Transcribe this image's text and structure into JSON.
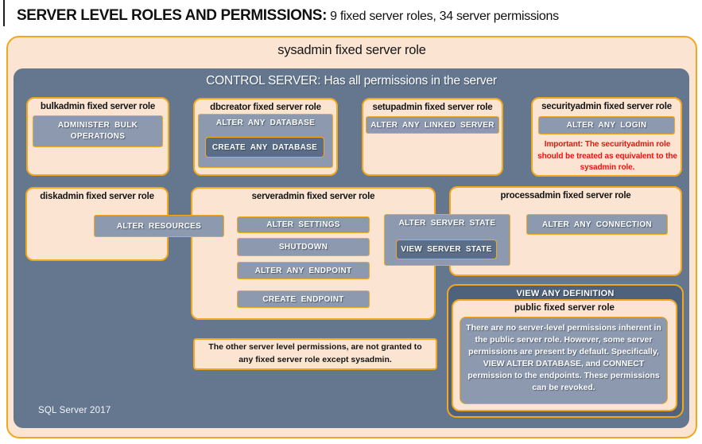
{
  "header": {
    "title_bold": "SERVER LEVEL ROLES AND PERMISSIONS:",
    "title_rest": " 9 fixed server roles, 34 server permissions"
  },
  "sysadmin": {
    "title": "sysadmin fixed server role"
  },
  "control_server": {
    "title": "CONTROL SERVER: Has all permissions in the server",
    "footer": "SQL Server 2017"
  },
  "roles": {
    "bulkadmin": {
      "title": "bulkadmin fixed server role",
      "perm": "ADMINISTER BULK OPERATIONS"
    },
    "dbcreator": {
      "title": "dbcreator fixed server role",
      "perm_outer": "ALTER ANY DATABASE",
      "perm_inner": "CREATE ANY DATABASE"
    },
    "setupadmin": {
      "title": "setupadmin fixed server role",
      "perm": "ALTER ANY LINKED SERVER"
    },
    "securityadmin": {
      "title": "securityadmin fixed server role",
      "perm": "ALTER ANY LOGIN",
      "warning": "Important: The securityadmin role should be treated as equivalent to the sysadmin role."
    },
    "diskadmin": {
      "title": "diskadmin fixed server role",
      "perm": "ALTER RESOURCES"
    },
    "serveradmin": {
      "title": "serveradmin fixed server role",
      "perms": [
        "ALTER SETTINGS",
        "SHUTDOWN",
        "ALTER ANY ENDPOINT",
        "CREATE ENDPOINT"
      ],
      "state_outer": "ALTER SERVER STATE",
      "state_inner": "VIEW SERVER STATE"
    },
    "processadmin": {
      "title": "processadmin fixed server role",
      "perm": "ALTER ANY CONNECTION"
    },
    "public": {
      "banner": "VIEW ANY DEFINITION",
      "title": "public fixed server role",
      "note": "There are no server-level permissions inherent in the public server role. However, some server permissions are present by default. Specifically, VIEW ALTER DATABASE, and CONNECT permission to the endpoints. These permissions can be revoked."
    }
  },
  "notes": {
    "other_permissions": "The other server level permissions, are not granted to any fixed server role except sysadmin."
  },
  "colors": {
    "gold_border": "#F2A71E",
    "peach_fill": "#FBE5D2",
    "slate_fill": "#64778F",
    "slate_light_fill": "#8C99AF",
    "slate_dark_fill": "#5A6E88",
    "slate_darker_fill": "#4E627B",
    "warning_red": "#E8150F"
  }
}
